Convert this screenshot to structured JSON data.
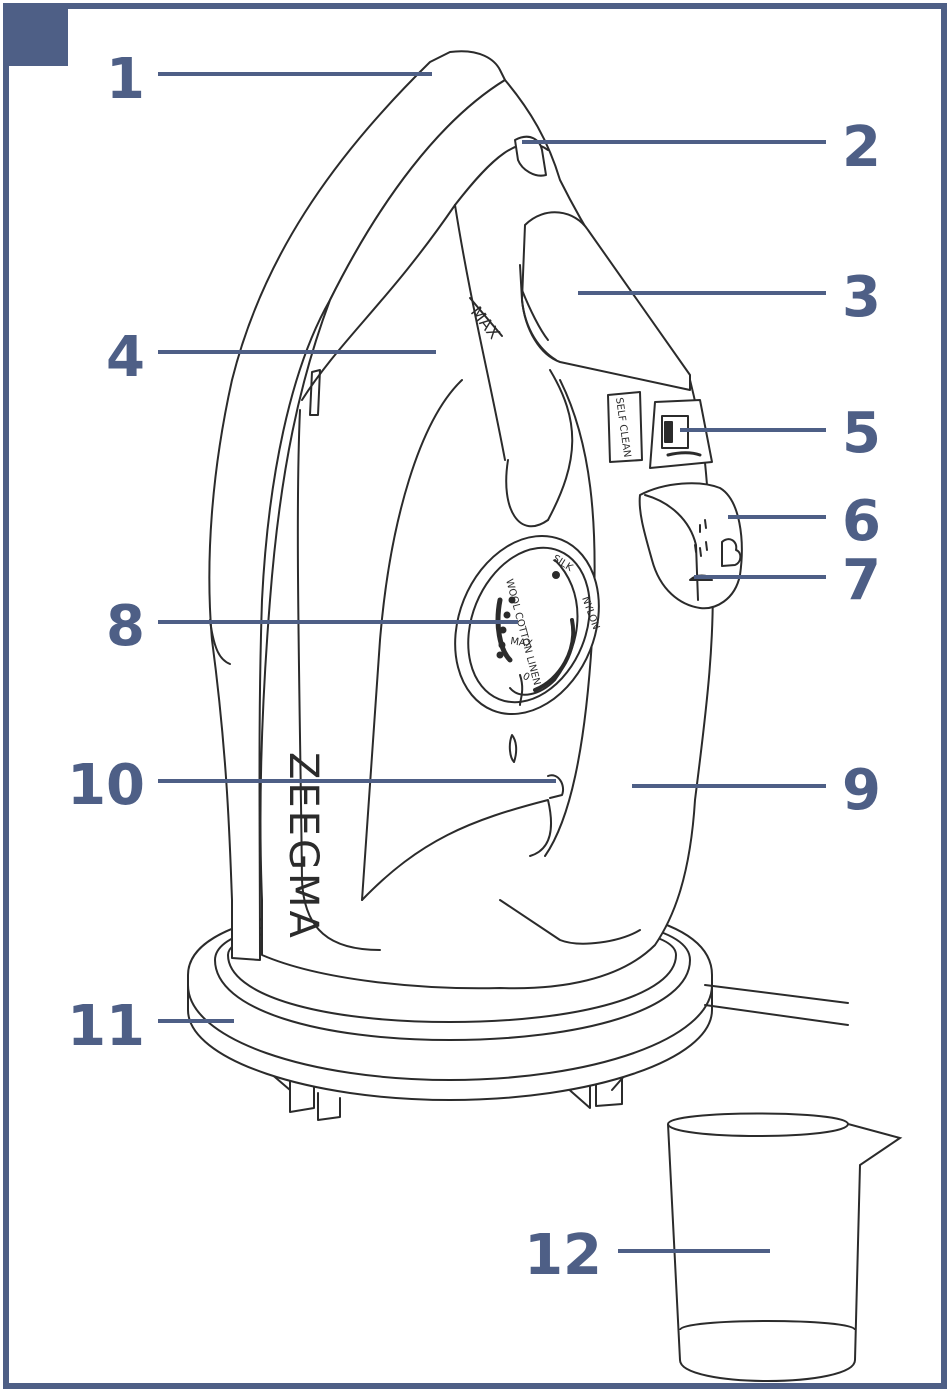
{
  "colors": {
    "accent": "#4e5f86",
    "line": "#2b2b2b",
    "background": "#ffffff"
  },
  "brand_text": "ZEEGMA",
  "iron_text": {
    "max_mark": "MAX",
    "self_clean": "SELF CLEAN"
  },
  "dial": {
    "silk": "SILK",
    "nylon": "NYLON",
    "wool_cotton_linen": "WOOL COTTON LINEN",
    "max": "MAX",
    "zero": "0"
  },
  "callouts": [
    {
      "number": "1",
      "part": "iron-body-tip"
    },
    {
      "number": "2",
      "part": "spray-button"
    },
    {
      "number": "3",
      "part": "burst-button"
    },
    {
      "number": "4",
      "part": "water-tank"
    },
    {
      "number": "5",
      "part": "self-clean-control"
    },
    {
      "number": "6",
      "part": "steam-regulator"
    },
    {
      "number": "7",
      "part": "steam-indicator"
    },
    {
      "number": "8",
      "part": "temperature-dial"
    },
    {
      "number": "9",
      "part": "handle"
    },
    {
      "number": "10",
      "part": "indicator-light"
    },
    {
      "number": "11",
      "part": "charging-base"
    },
    {
      "number": "12",
      "part": "measuring-cup"
    }
  ]
}
